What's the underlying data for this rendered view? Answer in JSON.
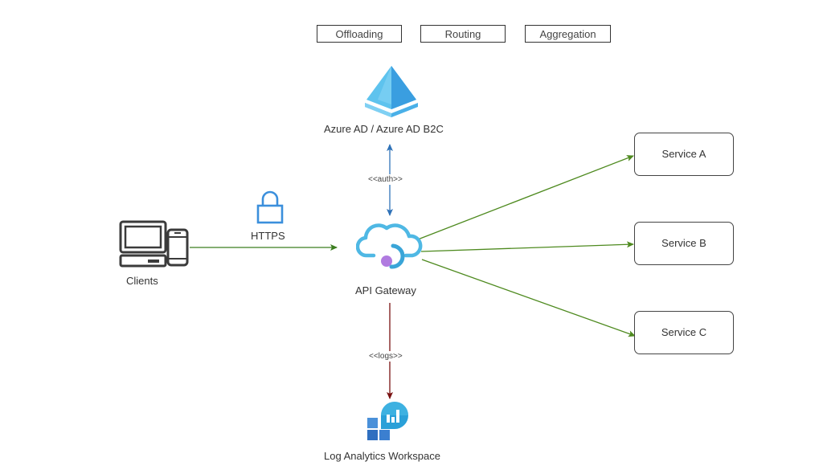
{
  "capabilities": [
    "Offloading",
    "Routing",
    "Aggregation"
  ],
  "nodes": {
    "identity": {
      "label": "Azure AD / Azure AD B2C",
      "icon": "azure-ad-pyramid-icon"
    },
    "gateway": {
      "label": "API Gateway",
      "icon": "api-gateway-cloud-icon"
    },
    "clients": {
      "label": "Clients",
      "icon": "desktop-and-phone-icon"
    },
    "logs": {
      "label": "Log Analytics Workspace",
      "icon": "log-analytics-icon"
    },
    "services": [
      {
        "label": "Service A"
      },
      {
        "label": "Service B"
      },
      {
        "label": "Service C"
      }
    ]
  },
  "edges": {
    "https": {
      "label": "HTTPS",
      "icon": "lock-icon",
      "color": "#3a7d1e"
    },
    "auth": {
      "label": "<<auth>>",
      "color": "#2f72b8"
    },
    "logs": {
      "label": "<<logs>>",
      "color": "#7a1212"
    },
    "services_color": "#4e8a1f"
  }
}
